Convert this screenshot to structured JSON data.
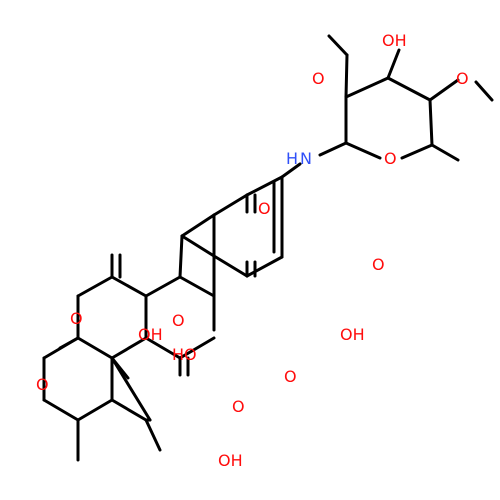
{
  "atom_labels": {
    "OH_sugar": "OH",
    "O_sugar_left": "O",
    "O_sugar_right": "O",
    "O_ring": "O",
    "NH": "N",
    "NH_h": "H",
    "O_q_top": "O",
    "O_q_right": "O",
    "O_keto_mid": "O",
    "OH_mid": "OH",
    "OH_left": "OH",
    "OH_center": "HO",
    "O_keto_low": "O",
    "O_methoxy": "O",
    "OH_bottom": "OH",
    "O_ester_carbonyl": "O",
    "O_ester": "O"
  },
  "colors": {
    "bond": "#000000",
    "oxygen": "#ff0d0d",
    "nitrogen": "#3050f8"
  }
}
